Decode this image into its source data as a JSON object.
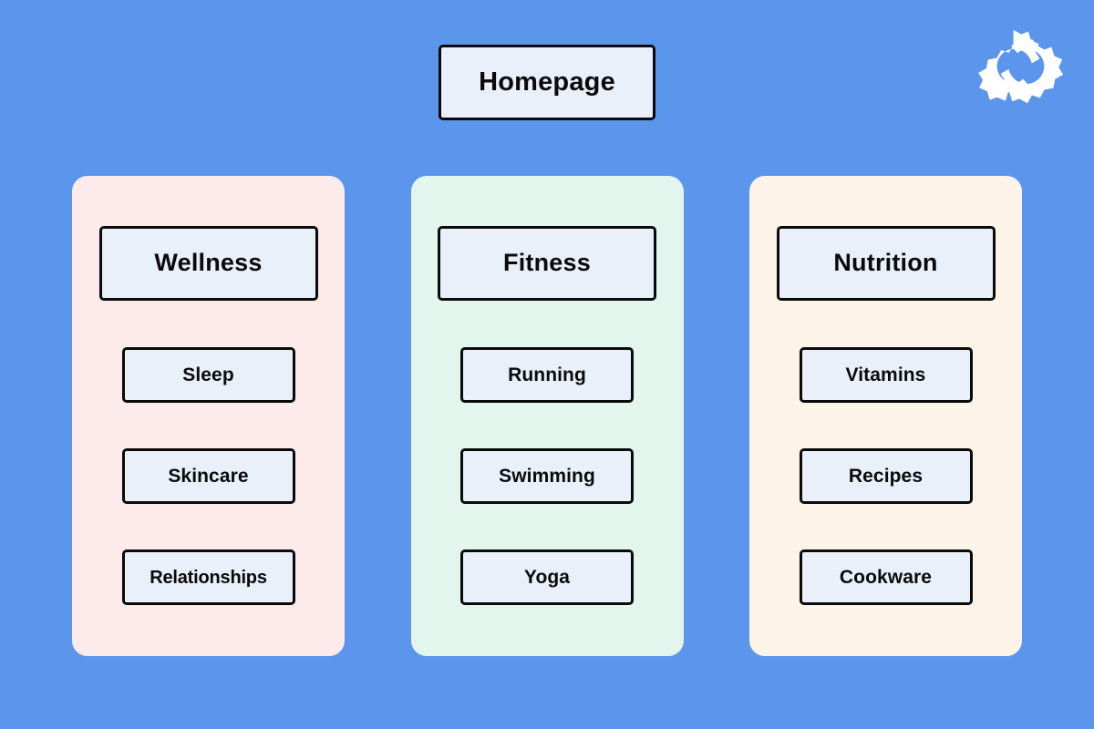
{
  "diagram": {
    "title": "Homepage",
    "type": "site-map-tree",
    "background_color": "#5c96ec",
    "node_fill_color": "#e9f0f9",
    "node_border_color": "#0a0a0a",
    "logo": {
      "name": "interlocking-gears-logo",
      "color": "#ffffff"
    },
    "root": {
      "label": "Homepage"
    },
    "columns": [
      {
        "id": "wellness",
        "panel_color": "#fdeaea",
        "header": {
          "label": "Wellness"
        },
        "children": [
          {
            "label": "Sleep"
          },
          {
            "label": "Skincare"
          },
          {
            "label": "Relationships"
          }
        ]
      },
      {
        "id": "fitness",
        "panel_color": "#e3f6ed",
        "header": {
          "label": "Fitness"
        },
        "children": [
          {
            "label": "Running"
          },
          {
            "label": "Swimming"
          },
          {
            "label": "Yoga"
          }
        ]
      },
      {
        "id": "nutrition",
        "panel_color": "#fdf4e9",
        "header": {
          "label": "Nutrition"
        },
        "children": [
          {
            "label": "Vitamins"
          },
          {
            "label": "Recipes"
          },
          {
            "label": "Cookware"
          }
        ]
      }
    ]
  }
}
